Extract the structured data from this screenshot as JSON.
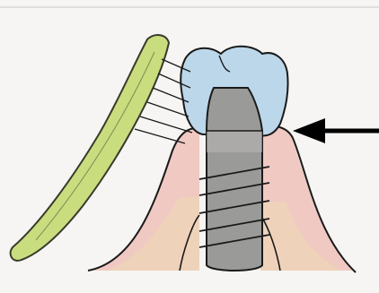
{
  "illustration": {
    "style": "hand-drawn colored pencil sketch",
    "elements": [
      "toothbrush",
      "crown",
      "implant-screw",
      "gum-tissue",
      "pointer-arrow"
    ],
    "colors": {
      "paper": "#f6f5f3",
      "top_border": "#d8d8d8",
      "toothbrush_handle": "#c9dd7f",
      "toothbrush_outline": "#3a3a2a",
      "crown": "#bcd7ea",
      "implant": "#9a9a98",
      "implant_thread_band": "#b7b6b2",
      "gum": "#f0c9c2",
      "gum_lower": "#efd8b5",
      "ink": "#1a1a1a",
      "arrow": "#000000"
    }
  }
}
